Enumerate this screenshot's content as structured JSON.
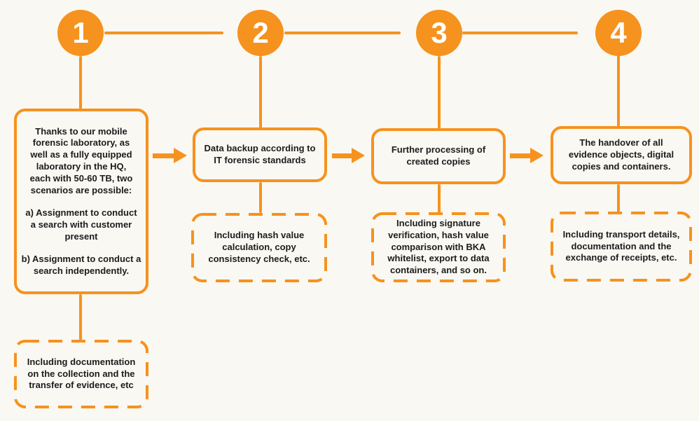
{
  "colors": {
    "accent_orange": "#F6921E",
    "background": "#FAF8F2",
    "text": "#1C1C1E",
    "step_number_text": "#FFFFFF"
  },
  "steps": [
    {
      "number": "1",
      "main_paragraphs": [
        "Thanks to our mobile\nforensic laboratory, as\nwell as a fully equipped\nlaboratory in the HQ,\neach with 50-60 TB, two\nscenarios are possible:",
        "a) Assignment to conduct\na search with customer\npresent",
        "b) Assignment to conduct a\nsearch independently."
      ],
      "detail_text": "Including documentation\non the collection and the\ntransfer of evidence, etc"
    },
    {
      "number": "2",
      "main_paragraphs": [
        "Data backup according to\nIT forensic standards"
      ],
      "detail_text": "Including hash value\ncalculation, copy\nconsistency check, etc."
    },
    {
      "number": "3",
      "main_paragraphs": [
        "Further processing of\ncreated copies"
      ],
      "detail_text": "Including signature\nverification, hash value\ncomparison with BKA\nwhitelist, export to data\ncontainers, and so on."
    },
    {
      "number": "4",
      "main_paragraphs": [
        "The handover of all\nevidence objects, digital\ncopies and containers."
      ],
      "detail_text": "Including transport details,\ndocumentation and the\nexchange of receipts, etc."
    }
  ]
}
